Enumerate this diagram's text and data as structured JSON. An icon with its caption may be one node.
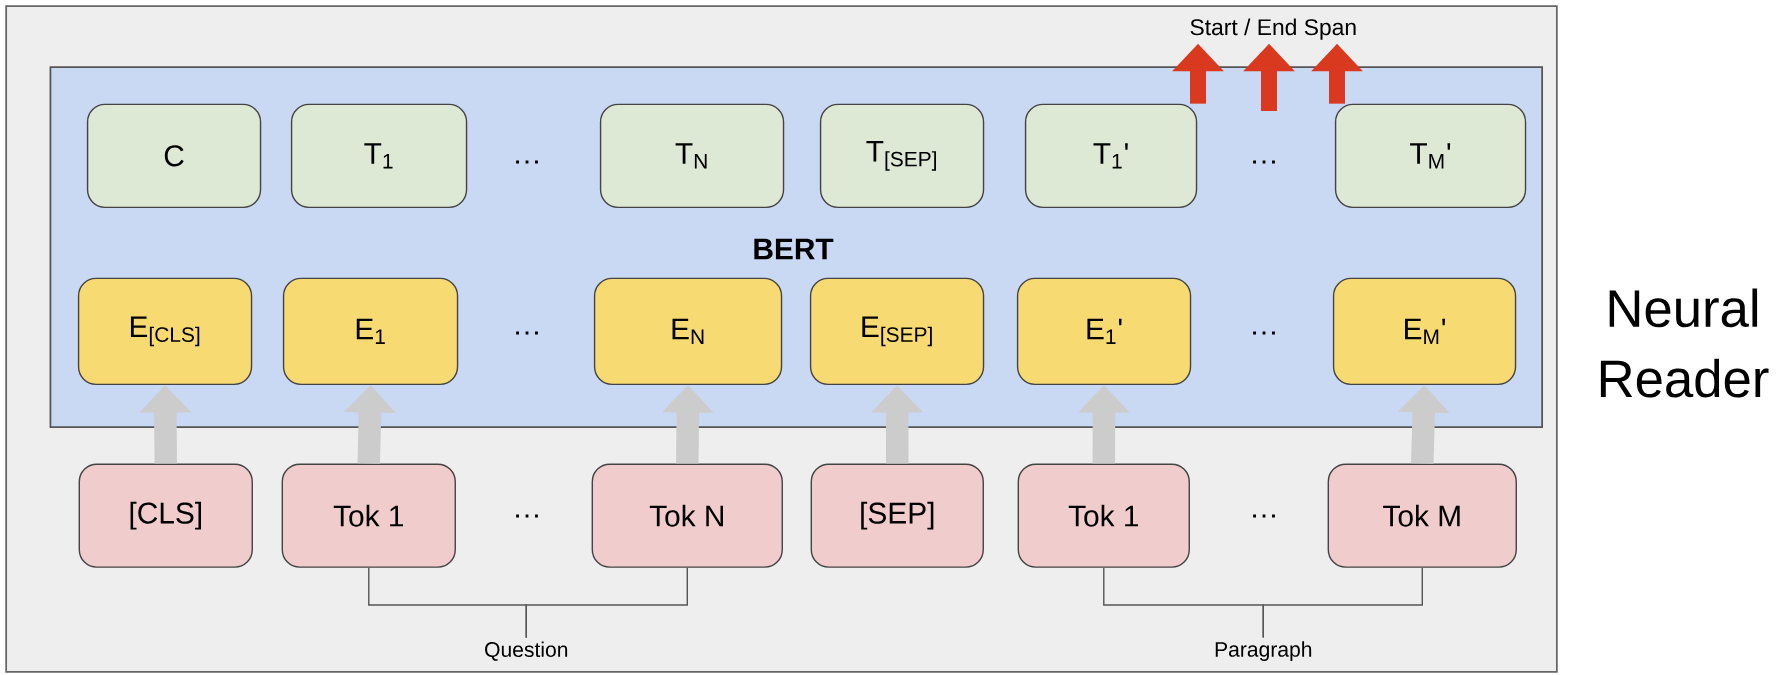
{
  "diagram": {
    "nodes": [
      {
        "text": [
          "Neural Reader"
        ]
      },
      {
        "text": [
          "BERT"
        ],
        "in": 0
      },
      {
        "text": [
          "C"
        ],
        "in": 1
      },
      {
        "text": [
          "T$_{1}$"
        ],
        "in": 1
      },
      {
        "text": [
          "T$_{N}$"
        ],
        "in": 1
      },
      {
        "text": [
          "T$_{[SEP]}$"
        ],
        "in": 1
      },
      {
        "text": [
          "T$_{1}$'"
        ],
        "in": 1
      },
      {
        "text": [
          "T$_{M}$'"
        ],
        "in": 1
      },
      {
        "text": [
          "E$_{[CLS]}$"
        ],
        "in": 1
      },
      {
        "text": [
          "E$_{1}$"
        ],
        "in": 1
      },
      {
        "text": [
          "E$_{N}$"
        ],
        "in": 1
      },
      {
        "text": [
          "E$_{[SEP]}$"
        ],
        "in": 1
      },
      {
        "text": [
          "E$_{1}$'"
        ],
        "in": 1
      },
      {
        "text": [
          "E$_{M}$'"
        ],
        "in": 1
      },
      {
        "text": [
          "[CLS]"
        ],
        "in": 0
      },
      {
        "text": [
          "Tok 1"
        ],
        "in": 0
      },
      {
        "text": [
          "Tok N"
        ],
        "in": 0
      },
      {
        "text": [
          "[SEP]"
        ],
        "in": 0
      },
      {
        "text": [
          "Tok 1"
        ],
        "in": 0
      },
      {
        "text": [
          "Tok M"
        ],
        "in": 0
      },
      {
        "text": [
          "Start / End Span"
        ],
        "in": 0
      },
      {
        "text": [
          "Question"
        ],
        "in": 0
      },
      {
        "text": [
          "Paragraph"
        ],
        "in": 0
      }
    ],
    "edges": [
      {
        "from": 14,
        "to": 8,
        "arrow": "to"
      },
      {
        "from": 15,
        "to": 9,
        "arrow": "to"
      },
      {
        "from": 16,
        "to": 10,
        "arrow": "to"
      },
      {
        "from": 17,
        "to": 11,
        "arrow": "to"
      },
      {
        "from": 18,
        "to": 12,
        "arrow": "to"
      },
      {
        "from": 19,
        "to": 13,
        "arrow": "to"
      },
      {
        "from": 6,
        "to": 20,
        "arrow": "to",
        "color": "#d9391f"
      },
      {
        "from": null,
        "to": 20,
        "arrow": "to",
        "color": "#d9391f"
      },
      {
        "from": 7,
        "to": 20,
        "arrow": "to",
        "color": "#d9391f"
      },
      {
        "from": 15,
        "to": 21,
        "arrow": "none",
        "color": "#555555"
      },
      {
        "from": 16,
        "to": 21,
        "arrow": "none",
        "color": "#555555"
      },
      {
        "from": 18,
        "to": 22,
        "arrow": "none",
        "color": "#555555"
      },
      {
        "from": 19,
        "to": 22,
        "arrow": "none",
        "color": "#555555"
      }
    ],
    "labels": [
      "…",
      "…",
      "…",
      "…",
      "…",
      "…"
    ]
  }
}
